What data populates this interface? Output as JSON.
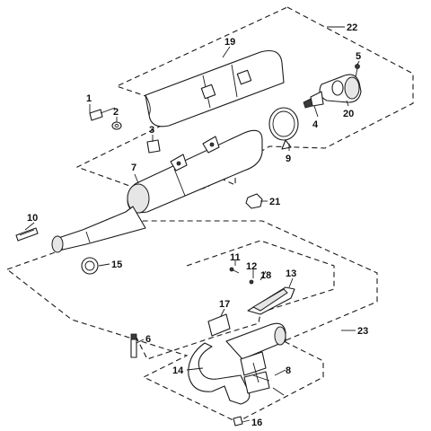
{
  "callouts": {
    "c1": "1",
    "c2": "2",
    "c3": "3",
    "c4": "4",
    "c5": "5",
    "c6": "6",
    "c7": "7",
    "c8": "8",
    "c9": "9",
    "c10": "10",
    "c11": "11",
    "c12": "12",
    "c13": "13",
    "c14": "14",
    "c15": "15",
    "c16": "16",
    "c17": "17",
    "c18": "18",
    "c19": "19",
    "c20": "20",
    "c21": "21",
    "c22": "22",
    "c23": "23"
  },
  "colors": {
    "line": "#1a1a1a",
    "shade": "#e6e6e6",
    "background": "#ffffff"
  }
}
